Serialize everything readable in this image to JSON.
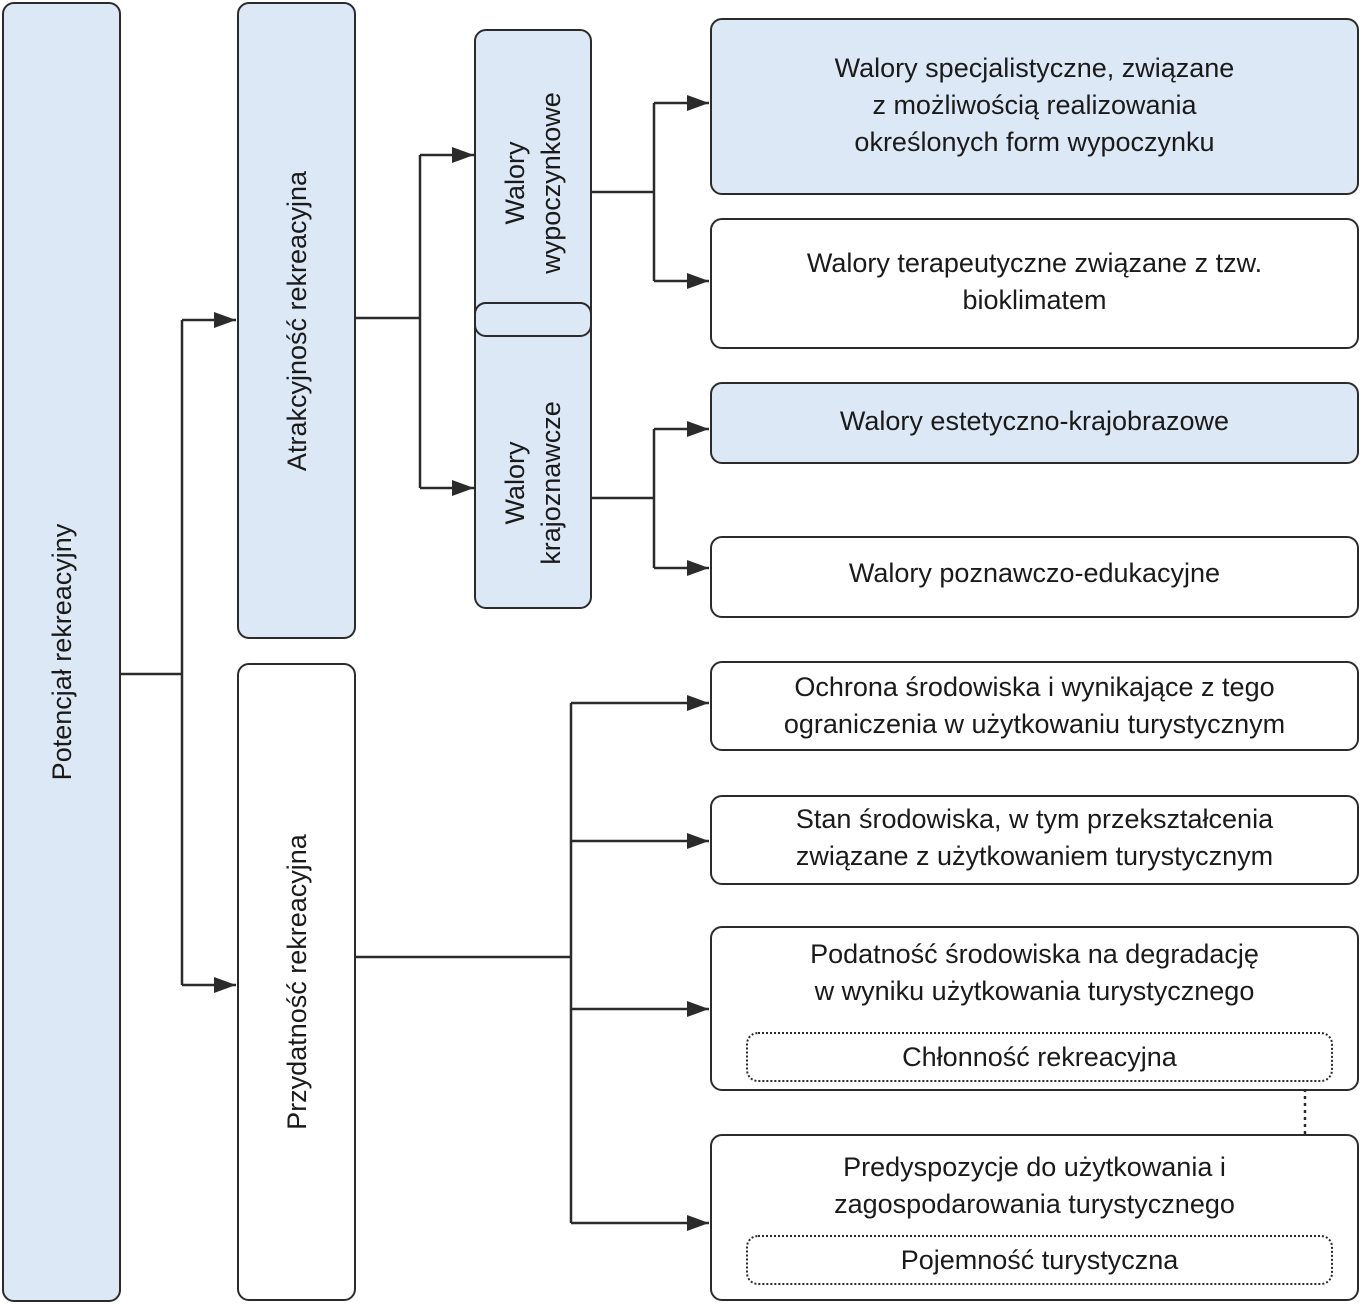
{
  "root": {
    "label": "Potencjał rekreacyjny"
  },
  "branches": {
    "attractiveness": {
      "label": "Atrakcyjność rekreacyjna"
    },
    "suitability": {
      "label": "Przydatność rekreacyjna"
    }
  },
  "values": {
    "recreational": {
      "label": "Walory\nwypoczynkowe"
    },
    "sightseeing": {
      "label": "Walory\nkrajoznawcze"
    }
  },
  "leaves": {
    "specialist": "Walory specjalistyczne, związane\nz możliwością realizowania\nokreślonych form wypoczynku",
    "therapeutic": "Walory terapeutyczne związane z tzw.\nbioklimatem",
    "aesthetic": "Walory estetyczno-krajobrazowe",
    "educational": "Walory poznawczo-edukacyjne",
    "protection": "Ochrona środowiska  i wynikające z tego\nograniczenia w użytkowaniu turystycznym",
    "state": "Stan środowiska, w tym przekształcenia\nzwiązane z użytkowaniem turystycznym",
    "vulnerability": "Podatność środowiska na degradację\nw wyniku użytkowania turystycznego",
    "absorptive": "Chłonność rekreacyjna",
    "predisposition": "Predyspozycje do użytkowania i\nzagospodarowania turystycznego",
    "capacity": "Pojemność turystyczna"
  },
  "colors": {
    "highlight": "#dce8f5",
    "line": "#2b2b2b",
    "plain": "#ffffff"
  }
}
